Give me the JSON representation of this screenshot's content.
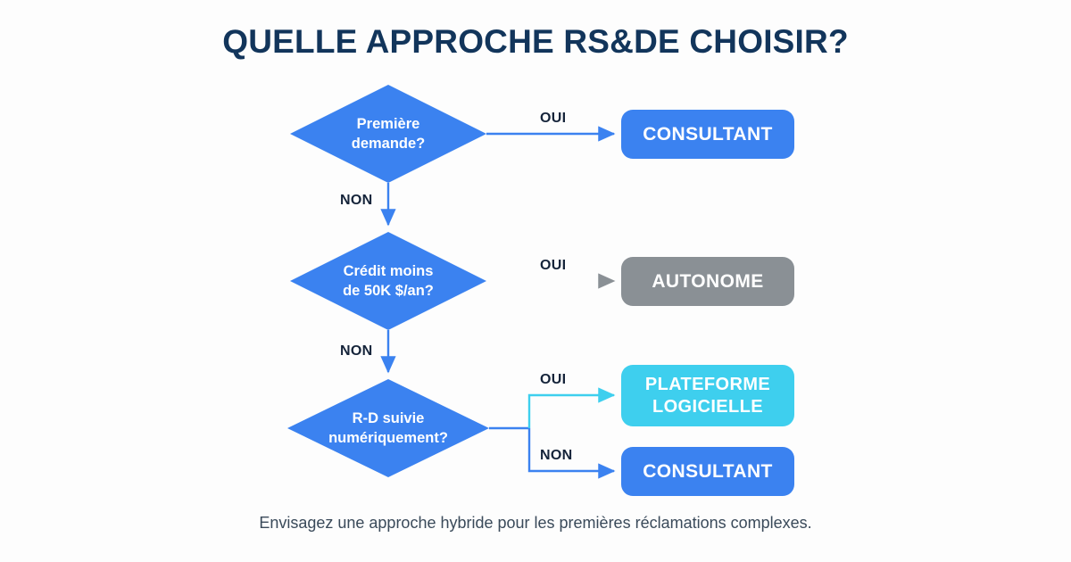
{
  "header": {
    "title": "QUELLE APPROCHE RS&DE CHOISIR?"
  },
  "footer": {
    "note": "Envisagez une approche hybride pour les premières réclamations complexes."
  },
  "colors": {
    "background": "#fdfdfd",
    "title_navy": "#12355b",
    "decision_blue": "#3b82f0",
    "result_blue": "#3b82f0",
    "result_gray": "#8a9095",
    "result_cyan": "#3ecfee",
    "connector_blue": "#3b82f0",
    "connector_gray": "#8a9095",
    "connector_cyan": "#3ecfee",
    "label_dark": "#15243a",
    "footer_text": "#3a4a5a"
  },
  "flow": {
    "decisions": [
      {
        "id": "d1",
        "text": "Première\ndemande?"
      },
      {
        "id": "d2",
        "text": "Crédit moins\nde 50K $/an?"
      },
      {
        "id": "d3",
        "text": "R-D suivie\nnumériquement?"
      }
    ],
    "results": [
      {
        "id": "r1",
        "text": "CONSULTANT",
        "color": "blue"
      },
      {
        "id": "r2",
        "text": "AUTONOME",
        "color": "gray"
      },
      {
        "id": "r3",
        "text": "PLATEFORME\nLOGICIELLE",
        "color": "cyan"
      },
      {
        "id": "r4",
        "text": "CONSULTANT",
        "color": "blue"
      }
    ],
    "edges": [
      {
        "id": "e1",
        "label": "OUI",
        "from": "d1",
        "to": "r1"
      },
      {
        "id": "e2",
        "label": "NON",
        "from": "d1",
        "to": "d2"
      },
      {
        "id": "e3",
        "label": "OUI",
        "from": "d2",
        "to": "r2"
      },
      {
        "id": "e4",
        "label": "NON",
        "from": "d2",
        "to": "d3"
      },
      {
        "id": "e5",
        "label": "OUI",
        "from": "d3",
        "to": "r3"
      },
      {
        "id": "e6",
        "label": "NON",
        "from": "d3",
        "to": "r4"
      }
    ]
  },
  "chart_data": {
    "type": "diagram",
    "title": "QUELLE APPROCHE RS&DE CHOISIR?",
    "nodes": [
      {
        "id": "d1",
        "kind": "decision",
        "label": "Première demande?"
      },
      {
        "id": "r1",
        "kind": "terminal",
        "label": "CONSULTANT"
      },
      {
        "id": "d2",
        "kind": "decision",
        "label": "Crédit moins de 50K $/an?"
      },
      {
        "id": "r2",
        "kind": "terminal",
        "label": "AUTONOME"
      },
      {
        "id": "d3",
        "kind": "decision",
        "label": "R-D suivie numériquement?"
      },
      {
        "id": "r3",
        "kind": "terminal",
        "label": "PLATEFORME LOGICIELLE"
      },
      {
        "id": "r4",
        "kind": "terminal",
        "label": "CONSULTANT"
      }
    ],
    "links": [
      {
        "source": "d1",
        "target": "r1",
        "label": "OUI"
      },
      {
        "source": "d1",
        "target": "d2",
        "label": "NON"
      },
      {
        "source": "d2",
        "target": "r2",
        "label": "OUI"
      },
      {
        "source": "d2",
        "target": "d3",
        "label": "NON"
      },
      {
        "source": "d3",
        "target": "r3",
        "label": "OUI"
      },
      {
        "source": "d3",
        "target": "r4",
        "label": "NON"
      }
    ]
  }
}
